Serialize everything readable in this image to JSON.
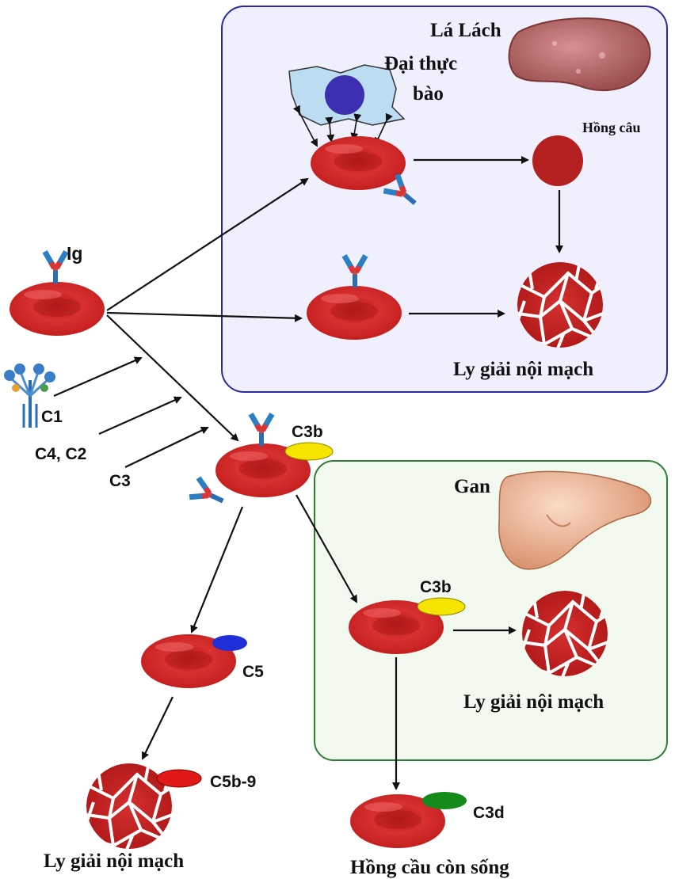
{
  "spleen_box": {
    "title": "Lá Lách",
    "macrophage_label_line1": "Đại thực",
    "macrophage_label_line2": "bào",
    "rbc_label": "Hồng câu",
    "lysis_label": "Ly giải nội mạch"
  },
  "liver_box": {
    "title": "Gan",
    "c3b_label": "C3b",
    "lysis_label": "Ly giải nội mạch"
  },
  "labels": {
    "ig": "Ig",
    "c1": "C1",
    "c4_c2": "C4, C2",
    "c3": "C3",
    "c3b": "C3b",
    "c5": "C5",
    "c5b9": "C5b-9",
    "c3d": "C3d",
    "bottom_lysis": "Ly giải nội mạch",
    "surviving_rbc": "Hồng cầu còn sống"
  },
  "colors": {
    "rbc": "#d42a2a",
    "c3b": "#f5e400",
    "c5": "#2030d8",
    "c5b9": "#e01818",
    "c3d": "#138a1a",
    "spleen_border": "#2a2aa0",
    "liver_border": "#2e7d32",
    "spleen_fill": "#eff0fb",
    "liver_fill": "#f2f9ee"
  }
}
